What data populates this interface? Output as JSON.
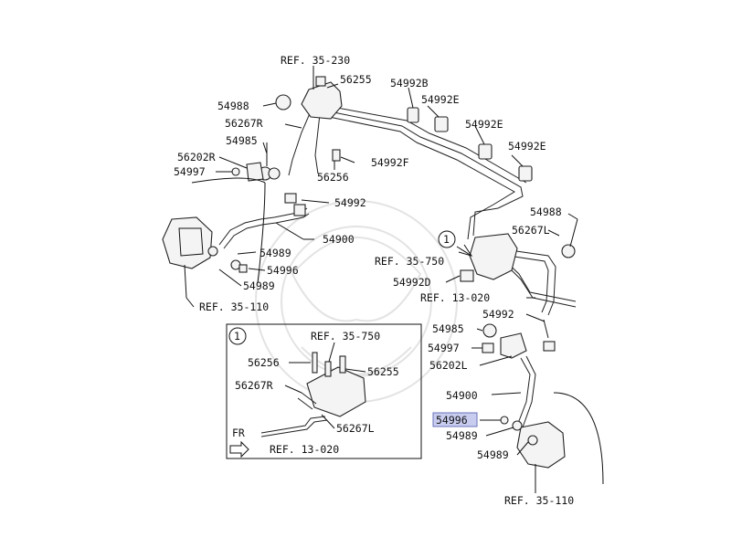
{
  "diagram": {
    "title": "Brake line parts diagram",
    "highlight_color": "#c8cdf0",
    "callouts": {
      "ref_35_230": "REF. 35-230",
      "p56255_top": "56255",
      "p54992b": "54992B",
      "p54988_top": "54988",
      "p54992e_1": "54992E",
      "p56267r_top": "56267R",
      "p54992e_2": "54992E",
      "p54985_top": "54985",
      "p54992e_3": "54992E",
      "p56202r": "56202R",
      "p54992f": "54992F",
      "p54997_top": "54997",
      "p56256_top": "56256",
      "p54992_mid": "54992",
      "p54988_right": "54988",
      "p56267l_top": "56267L",
      "p54900_left": "54900",
      "circle_1_main": "1",
      "p54989_left1": "54989",
      "ref_35_750_main": "REF. 35-750",
      "p54996_left": "54996",
      "p54989_left2": "54989",
      "p54992d": "54992D",
      "ref_13_020_main": "REF. 13-020",
      "ref_35_110_left": "REF. 35-110",
      "p54992_right": "54992",
      "p54985_right": "54985",
      "p54997_right": "54997",
      "p56202l": "56202L",
      "p54900_right": "54900",
      "p54996_right": "54996",
      "p54989_right1": "54989",
      "p54989_right2": "54989",
      "ref_35_110_right": "REF. 35-110"
    },
    "inset": {
      "circle": "1",
      "ref_35_750": "REF. 35-750",
      "p56256": "56256",
      "p56255": "56255",
      "p56267r": "56267R",
      "p56267l": "56267L",
      "fr": "FR",
      "ref_13_020": "REF. 13-020"
    }
  }
}
